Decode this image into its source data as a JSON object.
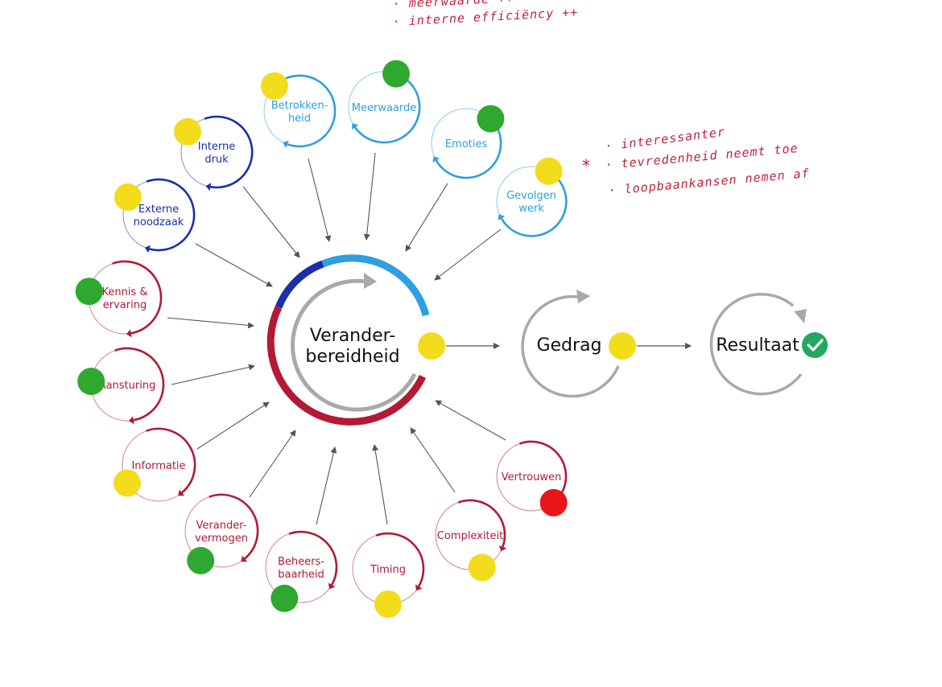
{
  "colors": {
    "navy": "#1a2fa8",
    "sky": "#2e9fe0",
    "crimson": "#b21a35",
    "grey": "#a9a9a9",
    "dot_green": "#2fa82f",
    "dot_yellow": "#f2dc1c",
    "dot_red": "#e8161b",
    "ink": "#c0203a"
  },
  "center": {
    "label_line1": "Verander-",
    "label_line2": "bereidheid",
    "dot": "yellow"
  },
  "outcomes": [
    {
      "label": "Gedrag",
      "dot": "yellow"
    },
    {
      "label": "Resultaat",
      "icon": "check-circle-icon"
    }
  ],
  "factors": [
    {
      "id": "betrokkenheid",
      "lines": [
        "Betrokken-",
        "heid"
      ],
      "group": "sky",
      "dot": "yellow"
    },
    {
      "id": "meerwaarde",
      "lines": [
        "Meerwaarde"
      ],
      "group": "sky",
      "dot": "green"
    },
    {
      "id": "emoties",
      "lines": [
        "Emoties"
      ],
      "group": "sky",
      "dot": "green"
    },
    {
      "id": "gevolgen-werk",
      "lines": [
        "Gevolgen",
        "werk"
      ],
      "group": "sky",
      "dot": "yellow"
    },
    {
      "id": "interne-druk",
      "lines": [
        "Interne",
        "druk"
      ],
      "group": "navy",
      "dot": "yellow"
    },
    {
      "id": "externe-noodzaak",
      "lines": [
        "Externe",
        "noodzaak"
      ],
      "group": "navy",
      "dot": "yellow"
    },
    {
      "id": "kennis-ervaring",
      "lines": [
        "Kennis &",
        "ervaring"
      ],
      "group": "crimson",
      "dot": "green"
    },
    {
      "id": "aansturing",
      "lines": [
        "Aansturing"
      ],
      "group": "crimson",
      "dot": "green"
    },
    {
      "id": "informatie",
      "lines": [
        "Informatie"
      ],
      "group": "crimson",
      "dot": "yellow"
    },
    {
      "id": "verandervermogen",
      "lines": [
        "Verander-",
        "vermogen"
      ],
      "group": "crimson",
      "dot": "green"
    },
    {
      "id": "beheersbaarheid",
      "lines": [
        "Beheers-",
        "baarheid"
      ],
      "group": "crimson",
      "dot": "green"
    },
    {
      "id": "timing",
      "lines": [
        "Timing"
      ],
      "group": "crimson",
      "dot": "yellow"
    },
    {
      "id": "complexiteit",
      "lines": [
        "Complexiteit"
      ],
      "group": "crimson",
      "dot": "yellow"
    },
    {
      "id": "vertrouwen",
      "lines": [
        "Vertrouwen"
      ],
      "group": "crimson",
      "dot": "red"
    }
  ],
  "handwritten": {
    "top": [
      "· meerwaarde ++",
      "· interne efficiëncy ++"
    ],
    "right_asterisk": "*",
    "right": [
      "· interessanter",
      "· tevredenheid neemt toe",
      "· loopbaankansen nemen af"
    ]
  }
}
